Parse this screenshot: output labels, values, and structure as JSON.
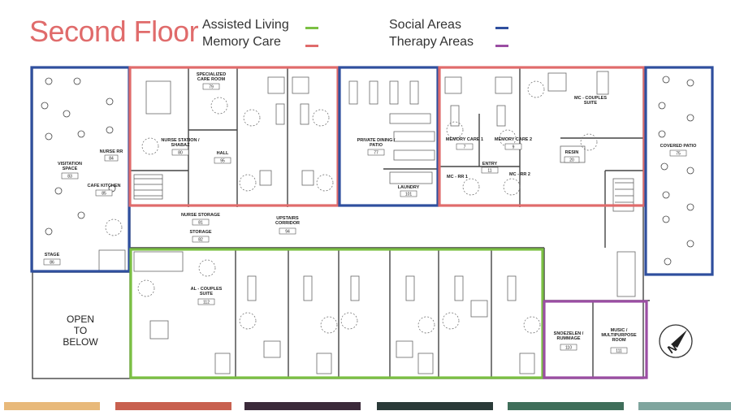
{
  "title": "Second Floor",
  "legend": [
    {
      "label": "Assisted Living",
      "color": "#7bc043"
    },
    {
      "label": "Memory Care",
      "color": "#e06b6b"
    },
    {
      "label": "Social Areas",
      "color": "#2f4f9e"
    },
    {
      "label": "Therapy Areas",
      "color": "#9b4ea3"
    }
  ],
  "rooms": [
    {
      "id": "specialized-care-room",
      "name": "SPECIALIZED\nCARE ROOM",
      "number": "79"
    },
    {
      "id": "nurse-station",
      "name": "NURSE STATION /\nSHABAZ",
      "number": "80"
    },
    {
      "id": "hall",
      "name": "HALL",
      "number": "95"
    },
    {
      "id": "nurse-rr",
      "name": "NURSE RR",
      "number": "84"
    },
    {
      "id": "visitation-space",
      "name": "VISITATION\nSPACE",
      "number": "83"
    },
    {
      "id": "cafe-kitchen",
      "name": "CAFE KITCHEN",
      "number": "85"
    },
    {
      "id": "private-dining",
      "name": "PRIVATE DINING /\nPATIO",
      "number": "77"
    },
    {
      "id": "laundry",
      "name": "LAUNDRY",
      "number": "101"
    },
    {
      "id": "memory-care-1",
      "name": "MEMORY CARE 1",
      "number": "7"
    },
    {
      "id": "memory-care-2",
      "name": "MEMORY CARE 2",
      "number": "9"
    },
    {
      "id": "entry",
      "name": "ENTRY",
      "number": "11"
    },
    {
      "id": "mc-rr-1",
      "name": "MC - RR 1",
      "number": ""
    },
    {
      "id": "mc-rr-2",
      "name": "MC - RR 2",
      "number": ""
    },
    {
      "id": "mc-couples-suite",
      "name": "MC - COUPLES\nSUITE",
      "number": ""
    },
    {
      "id": "resin",
      "name": "RESIN",
      "number": "20"
    },
    {
      "id": "covered-patio",
      "name": "COVERED PATIO",
      "number": "75"
    },
    {
      "id": "nurse-storage",
      "name": "NURSE STORAGE",
      "number": "81"
    },
    {
      "id": "storage",
      "name": "STORAGE",
      "number": "82"
    },
    {
      "id": "upstairs-corridor",
      "name": "UPSTAIRS\nCORRIDOR",
      "number": "94"
    },
    {
      "id": "stage",
      "name": "STAGE",
      "number": "86"
    },
    {
      "id": "al-couples-suite",
      "name": "AL - COUPLES\nSUITE",
      "number": "112"
    },
    {
      "id": "snoezelen",
      "name": "SNOEZELEN /\nRUMMAGE",
      "number": "110"
    },
    {
      "id": "music-room",
      "name": "MUSIC /\nMULTIPURPOSE\nROOM",
      "number": "111"
    }
  ],
  "open_to_below": "OPEN\nTO\nBELOW",
  "compass_label": "N",
  "bottom_bar_colors": [
    "#e8b97a",
    "#c8604f",
    "#3b2a3a",
    "#2a3a38",
    "#3f6e5a",
    "#7fa59e"
  ]
}
